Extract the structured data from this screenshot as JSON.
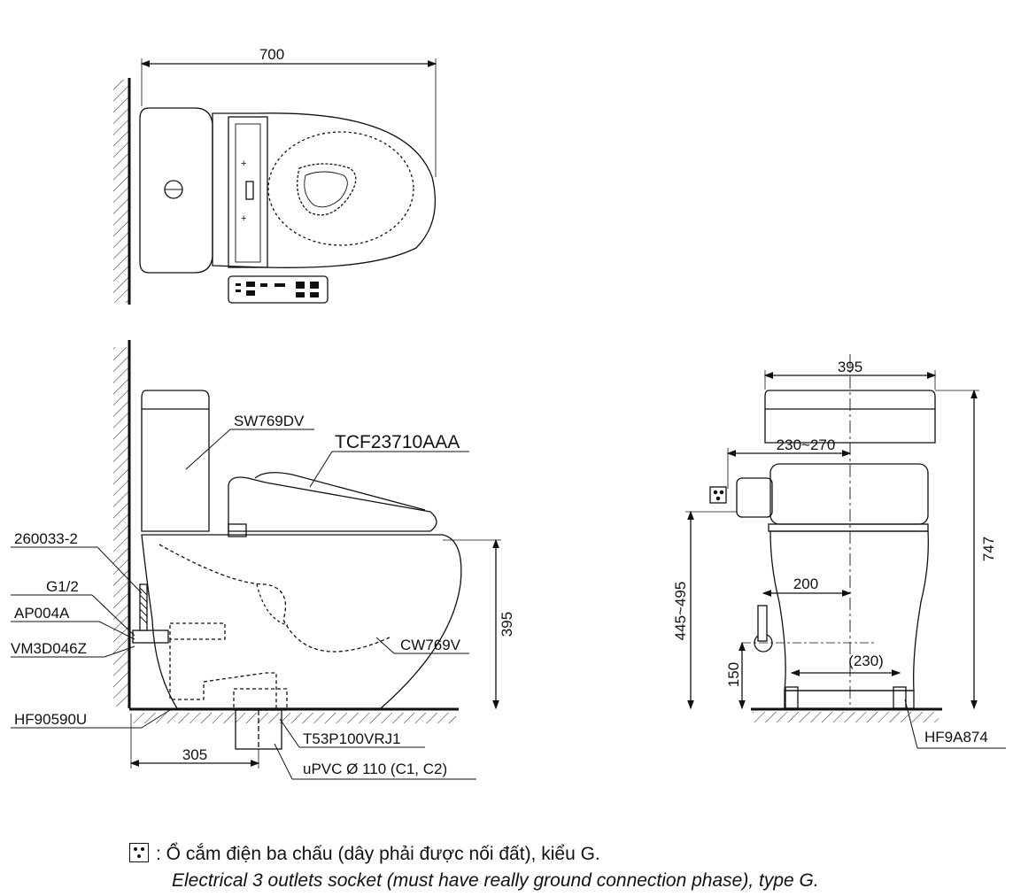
{
  "dimensions": {
    "top_width": "700",
    "side_height": "395",
    "side_depth": "305",
    "front_width": "395",
    "front_seat_offset": "230~270",
    "front_total_height": "747",
    "front_outlet_height": "445~495",
    "front_valve_offset": "200",
    "front_valve_height": "150",
    "front_bolt_spacing": "(230)"
  },
  "parts": {
    "tank": "SW769DV",
    "seat": "TCF23710AAA",
    "bowl": "CW769V",
    "hose": "260033-2",
    "thread": "G1/2",
    "valve_ap": "AP004A",
    "valve_vm": "VM3D046Z",
    "flange": "HF90590U",
    "adapter": "T53P100VRJ1",
    "pipe": "uPVC Ø 110 (C1, C2)",
    "bolt": "HF9A874"
  },
  "note": {
    "vi": ": Ổ cắm điện ba chấu (dây phải được nối đất), kiểu G.",
    "en": "Electrical 3 outlets socket (must have really ground connection phase), type G."
  }
}
